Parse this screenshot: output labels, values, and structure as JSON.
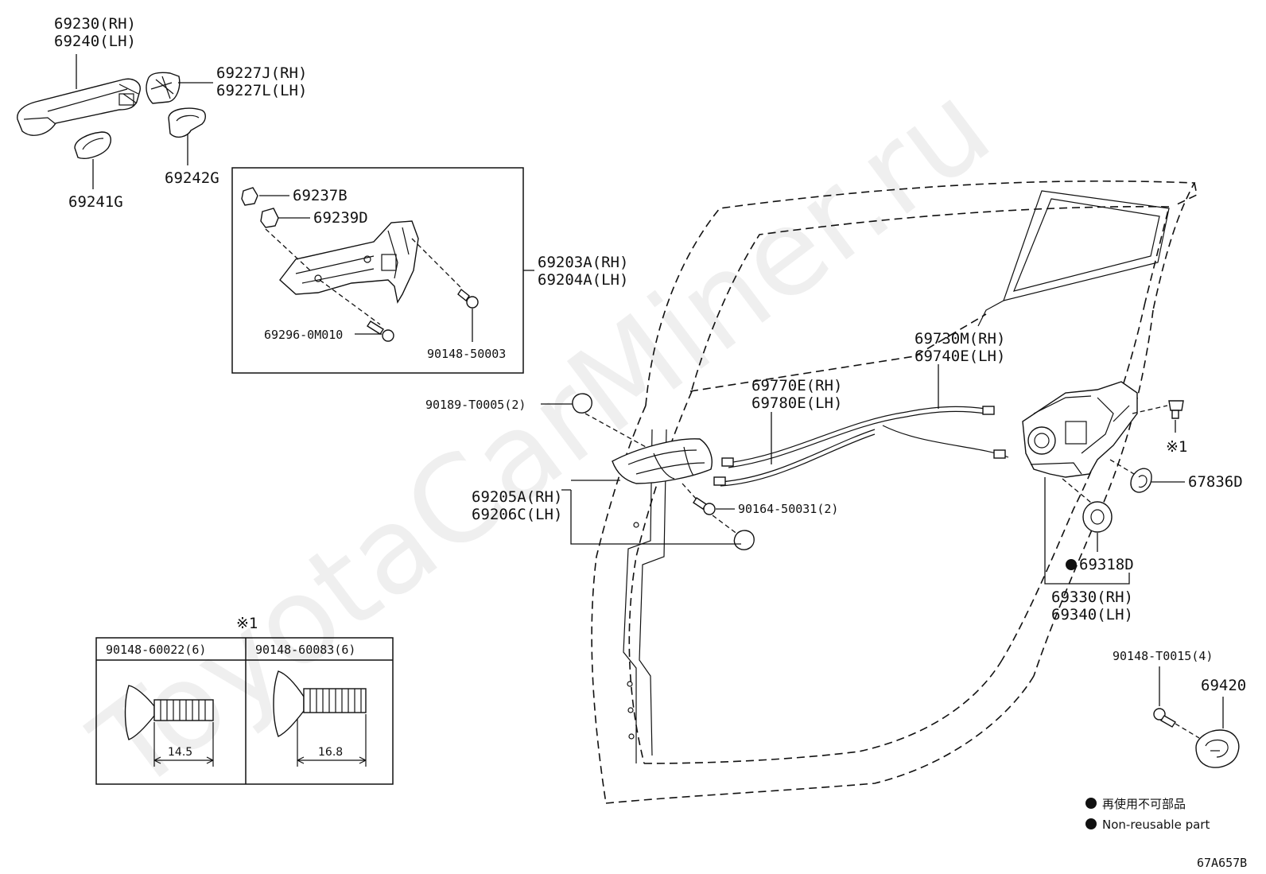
{
  "watermark": "ToyotaCarMiner.ru",
  "diagram_code": "67A657B",
  "labels": {
    "handle_rh": "69230(RH)",
    "handle_lh": "69240(LH)",
    "cover_rh": "69227J(RH)",
    "cover_lh": "69227L(LH)",
    "pad_69241g": "69241G",
    "pad_69242g": "69242G",
    "clip_69237b": "69237B",
    "clip_69239d": "69239D",
    "frame_rh": "69203A(RH)",
    "frame_lh": "69204A(LH)",
    "screw_69296": "69296-0M010",
    "bolt_90148_50003": "90148-50003",
    "clip_90189": "90189-T0005(2)",
    "inner_handle_rh": "69205A(RH)",
    "inner_handle_lh": "69206C(LH)",
    "screw_90164": "90164-50031(2)",
    "cable_69770e": "69770E(RH)",
    "cable_69780e": "69780E(LH)",
    "cable_69730m": "69730M(RH)",
    "cable_69740e": "69740E(LH)",
    "ref_mark": "※1",
    "seal_67836d": "67836D",
    "washer_69318d": "69318D",
    "lock_rh": "69330(RH)",
    "lock_lh": "69340(LH)",
    "bolt_90148_t0015": "90148-T0015(4)",
    "striker_69420": "69420"
  },
  "table": {
    "mark": "※1",
    "headers": [
      "90148-60022(6)",
      "90148-60083(6)"
    ],
    "dimensions": [
      "14.5",
      "16.8"
    ]
  },
  "legend": {
    "jp": "再使用不可部品",
    "en": "Non-reusable part"
  }
}
